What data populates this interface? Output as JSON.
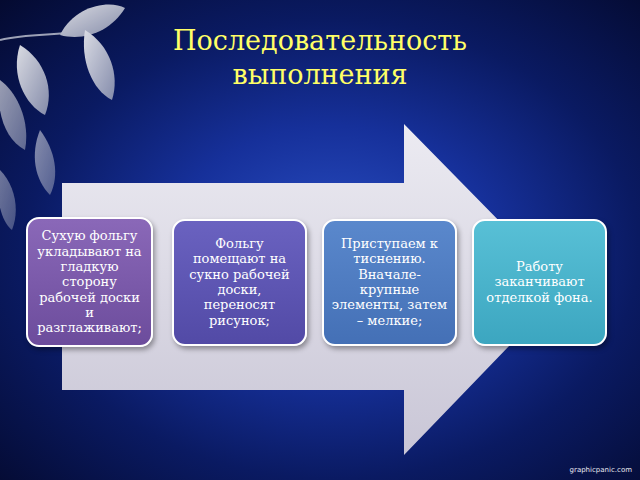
{
  "diagram": {
    "title": "Последовательность выполнения",
    "nodes": [
      {
        "text": [
          "Сухую фольгу укладывают на гладкую сторону рабочей доски и разглаживают;"
        ]
      },
      {
        "text": [
          "Фольгу помещают на сукно рабочей доски, переносят рисунок;"
        ]
      },
      {
        "text": [
          "Приступаем к тиснению. Вначале- крупные элементы, затем – мелкие;"
        ]
      },
      {
        "text": [
          "Работу заканчивают отделкой фона."
        ]
      }
    ],
    "edges": [],
    "labels": [
      "graphicpanic.com"
    ]
  }
}
